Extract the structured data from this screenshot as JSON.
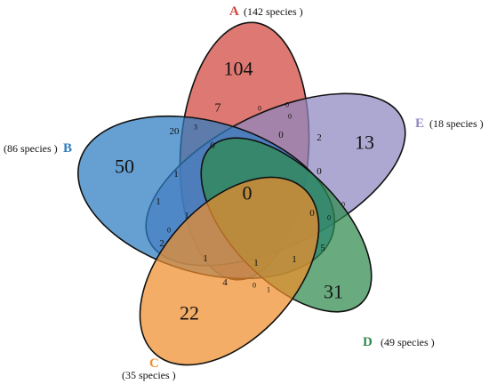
{
  "sets": [
    {
      "id": "A",
      "letter": "A",
      "count": "(142 species )",
      "color": "#d0453c"
    },
    {
      "id": "B",
      "letter": "B",
      "count": "(86 species )",
      "color": "#2b7cc0"
    },
    {
      "id": "C",
      "letter": "C",
      "count": "(35 species )",
      "color": "#ee8e2b"
    },
    {
      "id": "D",
      "letter": "D",
      "count": "(49 species )",
      "color": "#2f8a4d"
    },
    {
      "id": "E",
      "letter": "E",
      "count": "(18 species )",
      "color": "#8d86c1"
    }
  ],
  "regions": [
    {
      "id": "A_only",
      "value": "104"
    },
    {
      "id": "B_only",
      "value": "50"
    },
    {
      "id": "C_only",
      "value": "22"
    },
    {
      "id": "D_only",
      "value": "31"
    },
    {
      "id": "E_only",
      "value": "13"
    },
    {
      "id": "all",
      "value": "0"
    },
    {
      "id": "r_AD",
      "value": "7"
    },
    {
      "id": "r_AB_top",
      "value": "20"
    },
    {
      "id": "r_ABD",
      "value": "3"
    },
    {
      "id": "r_AE_1",
      "value": "0"
    },
    {
      "id": "r_AE_2",
      "value": "0"
    },
    {
      "id": "r_ADE",
      "value": "0"
    },
    {
      "id": "r_ABDE",
      "value": "0"
    },
    {
      "id": "r_AB_2",
      "value": "0"
    },
    {
      "id": "r_AE_3",
      "value": "2"
    },
    {
      "id": "r_BE",
      "value": "1"
    },
    {
      "id": "r_AB_3",
      "value": "1"
    },
    {
      "id": "r_E_inner_1",
      "value": "0"
    },
    {
      "id": "r_E_inner_2",
      "value": "0"
    },
    {
      "id": "r_E_inner_3",
      "value": "0"
    },
    {
      "id": "r_DE_small",
      "value": "0"
    },
    {
      "id": "r_B_inner",
      "value": "1"
    },
    {
      "id": "r_BC_small",
      "value": "0"
    },
    {
      "id": "r_BC",
      "value": "2"
    },
    {
      "id": "r_BCD",
      "value": "1"
    },
    {
      "id": "r_CD_1",
      "value": "1"
    },
    {
      "id": "r_CDE",
      "value": "1"
    },
    {
      "id": "r_DE",
      "value": "5"
    },
    {
      "id": "r_AC",
      "value": "4"
    },
    {
      "id": "r_ACD",
      "value": "0"
    },
    {
      "id": "r_CD",
      "value": "1"
    }
  ]
}
